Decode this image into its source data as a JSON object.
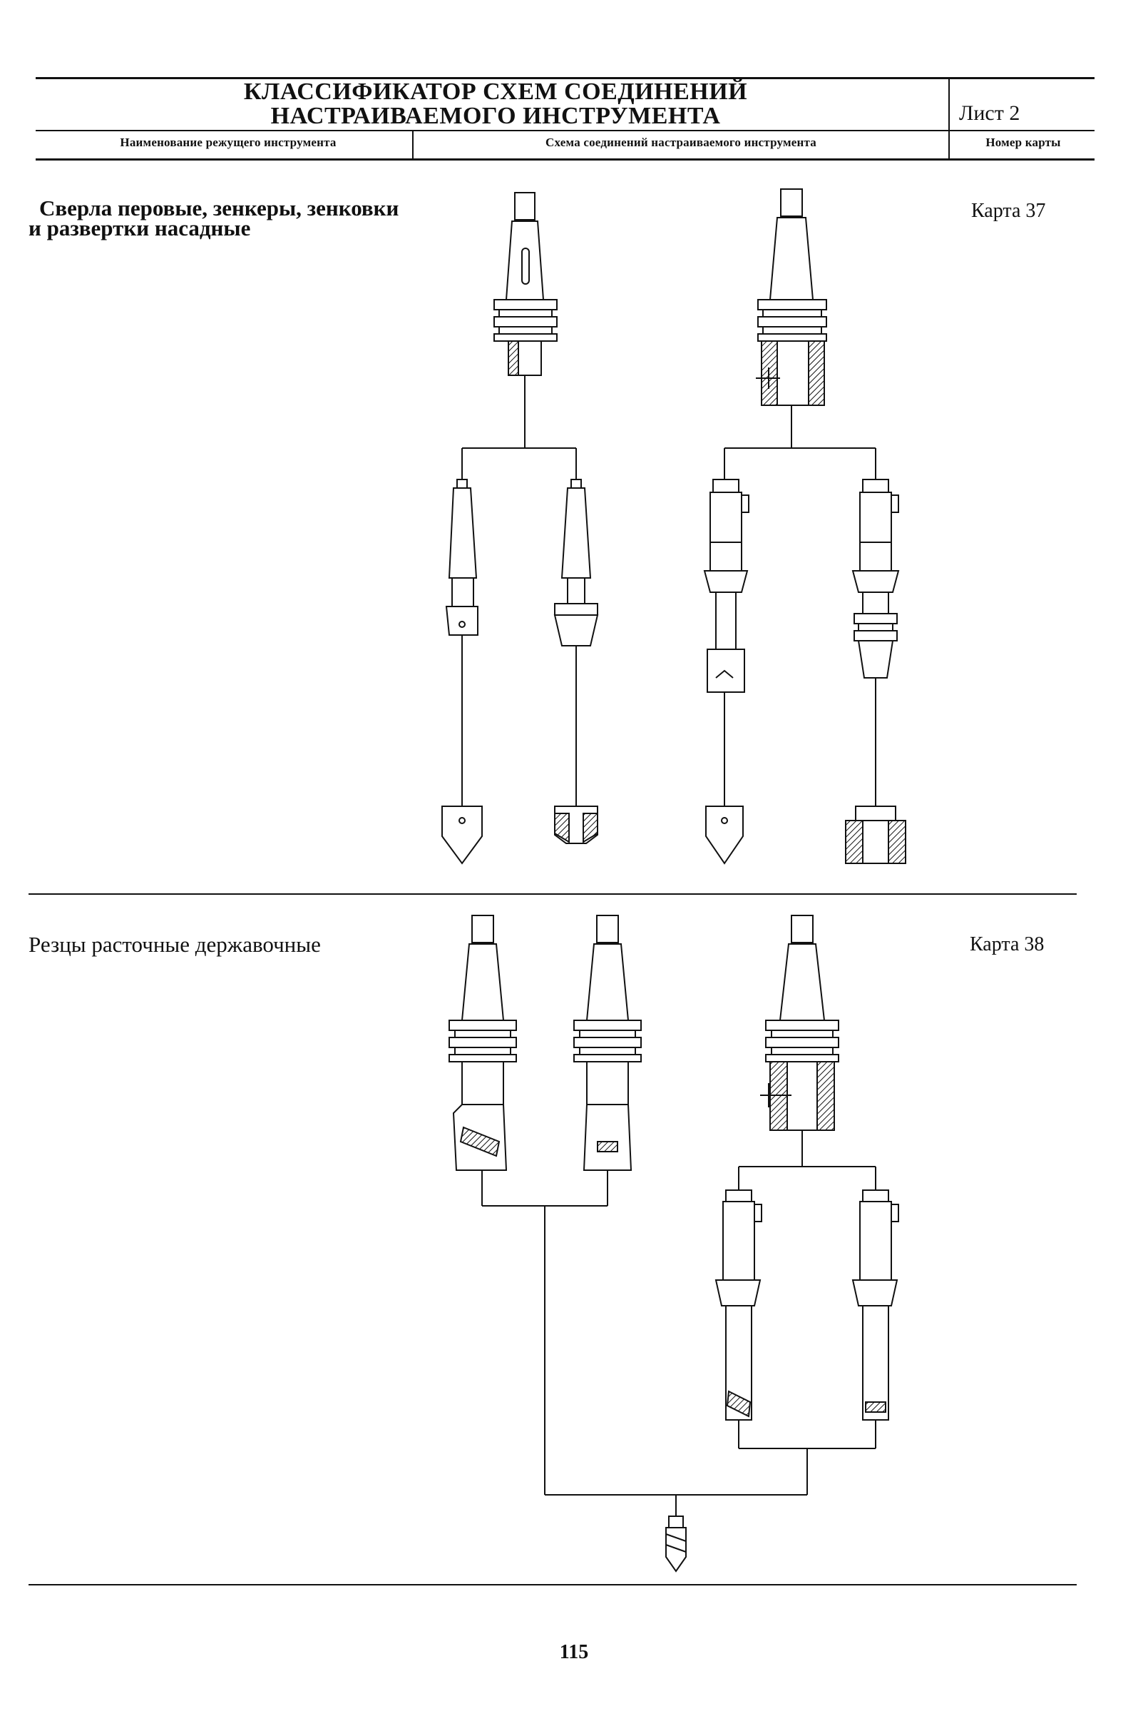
{
  "header": {
    "title_line1": "КЛАССИФИКАТОР СХЕМ СОЕДИНЕНИЙ",
    "title_line2": "НАСТРАИВАЕМОГО ИНСТРУМЕНТА",
    "sheet": "Лист 2",
    "col_tool_name": "Наименование режущего инструмента",
    "col_scheme": "Схема соединений настраиваемого инструмента",
    "col_card_number": "Номер карты"
  },
  "sections": [
    {
      "title_line1": "Сверла перовые, зенкеры, зенковки",
      "title_line2": "и развертки насадные",
      "card": "Карта 37"
    },
    {
      "title_line1": "Резцы расточные державочные",
      "card": "Карта 38"
    }
  ],
  "page_number": "115"
}
